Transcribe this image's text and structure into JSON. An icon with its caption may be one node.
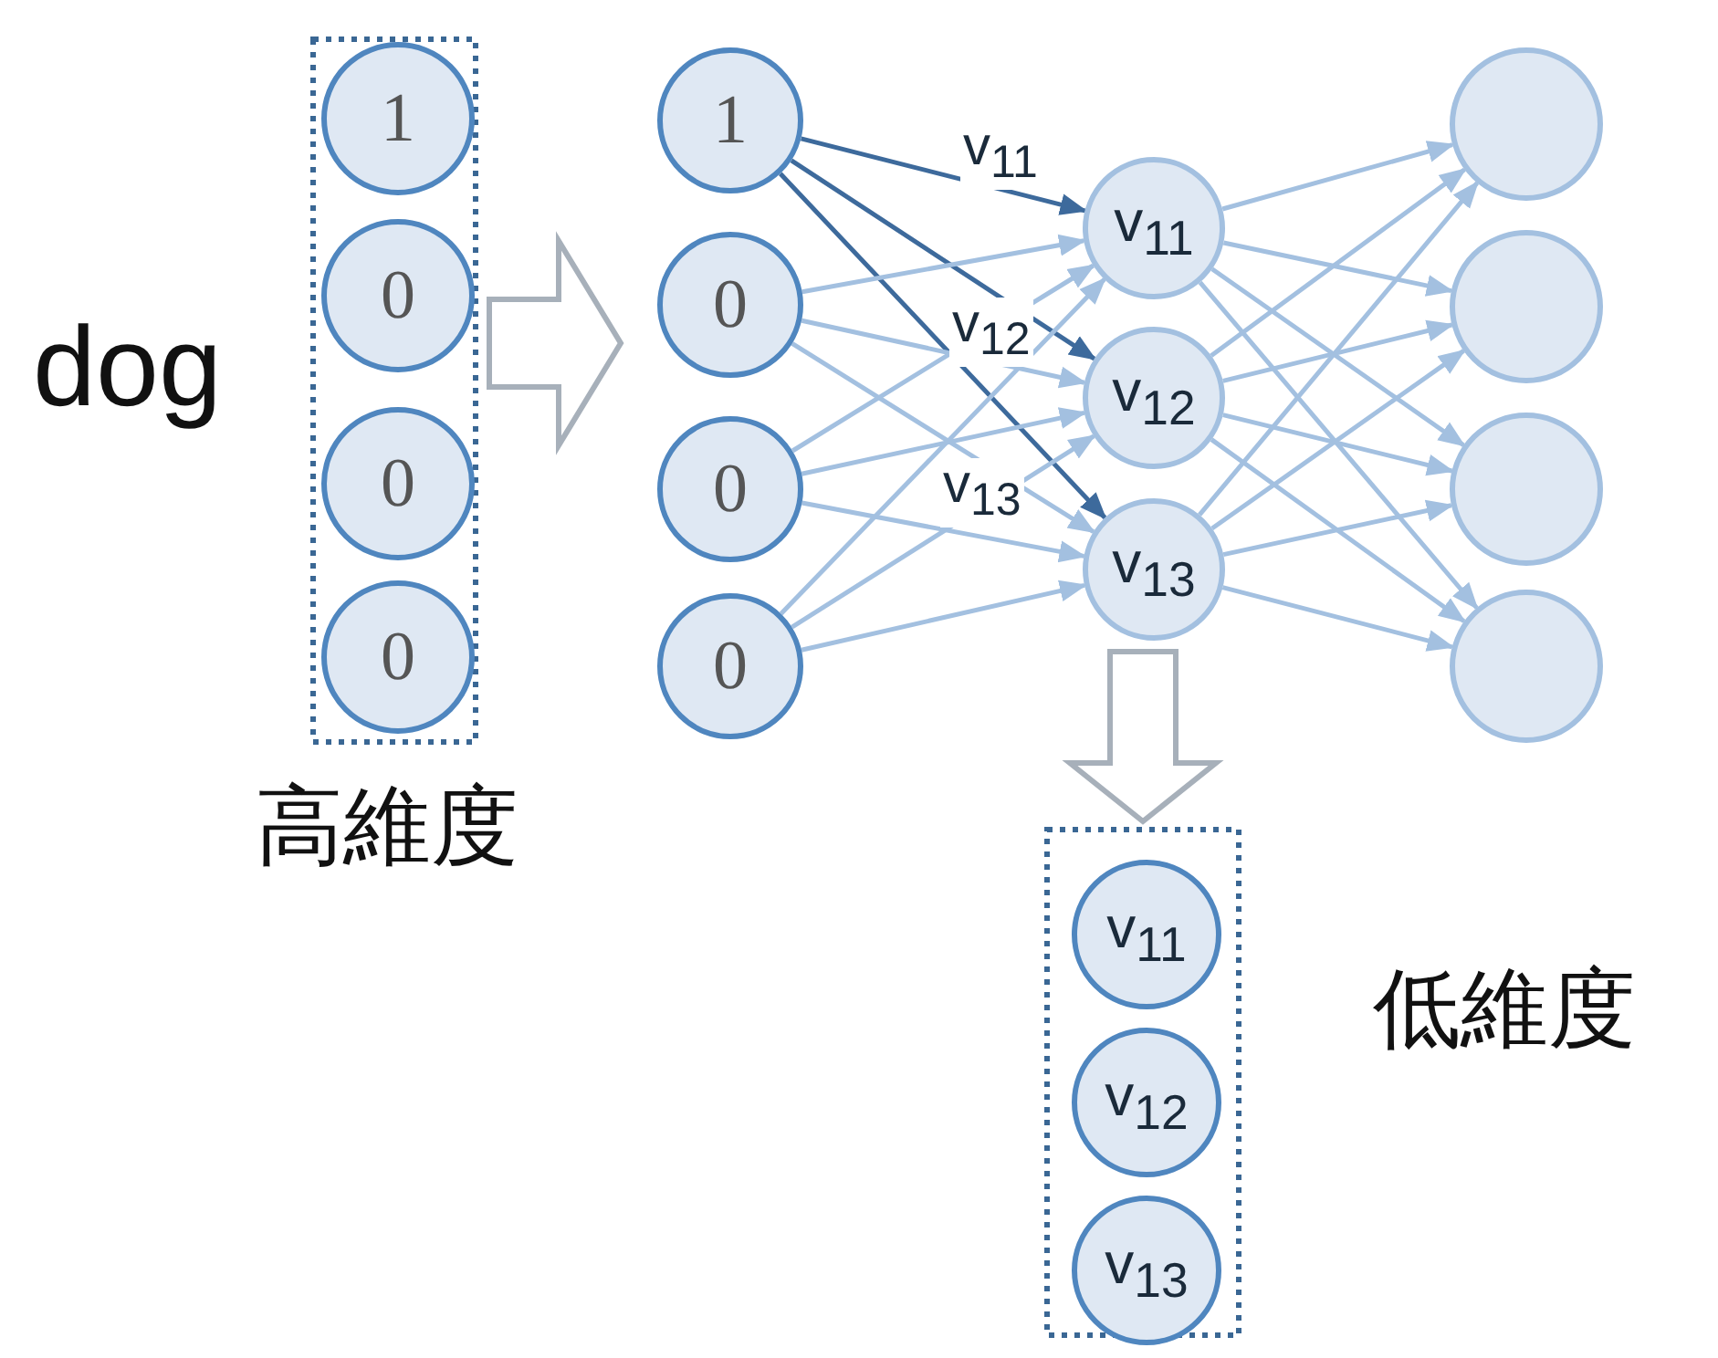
{
  "diagram": {
    "nodes": [
      {
        "text": [],
        "shape": "box"
      },
      {
        "text": [
          "1"
        ],
        "in": 0
      },
      {
        "text": [
          "0"
        ],
        "in": 0
      },
      {
        "text": [
          "0"
        ],
        "in": 0
      },
      {
        "text": [
          "0"
        ],
        "in": 0
      },
      {
        "text": [
          "1"
        ]
      },
      {
        "text": [
          "0"
        ]
      },
      {
        "text": [
          "0"
        ]
      },
      {
        "text": [
          "0"
        ]
      },
      {
        "text": [
          "v$_{11}$"
        ]
      },
      {
        "text": [
          "v$_{12}$"
        ]
      },
      {
        "text": [
          "v$_{13}$"
        ]
      },
      {
        "text": [],
        "shape": "circle"
      },
      {
        "text": [],
        "shape": "circle"
      },
      {
        "text": [],
        "shape": "circle"
      },
      {
        "text": [],
        "shape": "circle"
      },
      {
        "text": [],
        "shape": "box"
      },
      {
        "text": [
          "v$_{11}$"
        ],
        "in": 16
      },
      {
        "text": [
          "v$_{12}$"
        ],
        "in": 16
      },
      {
        "text": [
          "v$_{13}$"
        ],
        "in": 16
      }
    ],
    "edges": [
      {
        "from": 5,
        "to": 9,
        "arrow": "to",
        "label": "v$_{11}$",
        "color": "#3d6a9c"
      },
      {
        "from": 5,
        "to": 10,
        "arrow": "to",
        "label": "v$_{12}$",
        "color": "#3d6a9c"
      },
      {
        "from": 5,
        "to": 11,
        "arrow": "to",
        "label": "v$_{13}$",
        "color": "#3d6a9c"
      },
      {
        "from": 6,
        "to": 9,
        "arrow": "to"
      },
      {
        "from": 6,
        "to": 10,
        "arrow": "to"
      },
      {
        "from": 6,
        "to": 11,
        "arrow": "to"
      },
      {
        "from": 7,
        "to": 9,
        "arrow": "to"
      },
      {
        "from": 7,
        "to": 10,
        "arrow": "to"
      },
      {
        "from": 7,
        "to": 11,
        "arrow": "to"
      },
      {
        "from": 8,
        "to": 9,
        "arrow": "to"
      },
      {
        "from": 8,
        "to": 10,
        "arrow": "to"
      },
      {
        "from": 8,
        "to": 11,
        "arrow": "to"
      },
      {
        "from": 9,
        "to": 12,
        "arrow": "to"
      },
      {
        "from": 9,
        "to": 13,
        "arrow": "to"
      },
      {
        "from": 9,
        "to": 14,
        "arrow": "to"
      },
      {
        "from": 9,
        "to": 15,
        "arrow": "to"
      },
      {
        "from": 10,
        "to": 12,
        "arrow": "to"
      },
      {
        "from": 10,
        "to": 13,
        "arrow": "to"
      },
      {
        "from": 10,
        "to": 14,
        "arrow": "to"
      },
      {
        "from": 10,
        "to": 15,
        "arrow": "to"
      },
      {
        "from": 11,
        "to": 12,
        "arrow": "to"
      },
      {
        "from": 11,
        "to": 13,
        "arrow": "to"
      },
      {
        "from": 11,
        "to": 14,
        "arrow": "to"
      },
      {
        "from": 11,
        "to": 15,
        "arrow": "to"
      },
      {
        "from": 0,
        "to": null,
        "arrow": "to",
        "style": "thick",
        "color": "#a7b0ba"
      },
      {
        "from": 11,
        "to": 16,
        "arrow": "to",
        "style": "thick",
        "color": "#a7b0ba"
      }
    ],
    "labels": [
      "dog",
      "高維度",
      "低維度"
    ]
  }
}
